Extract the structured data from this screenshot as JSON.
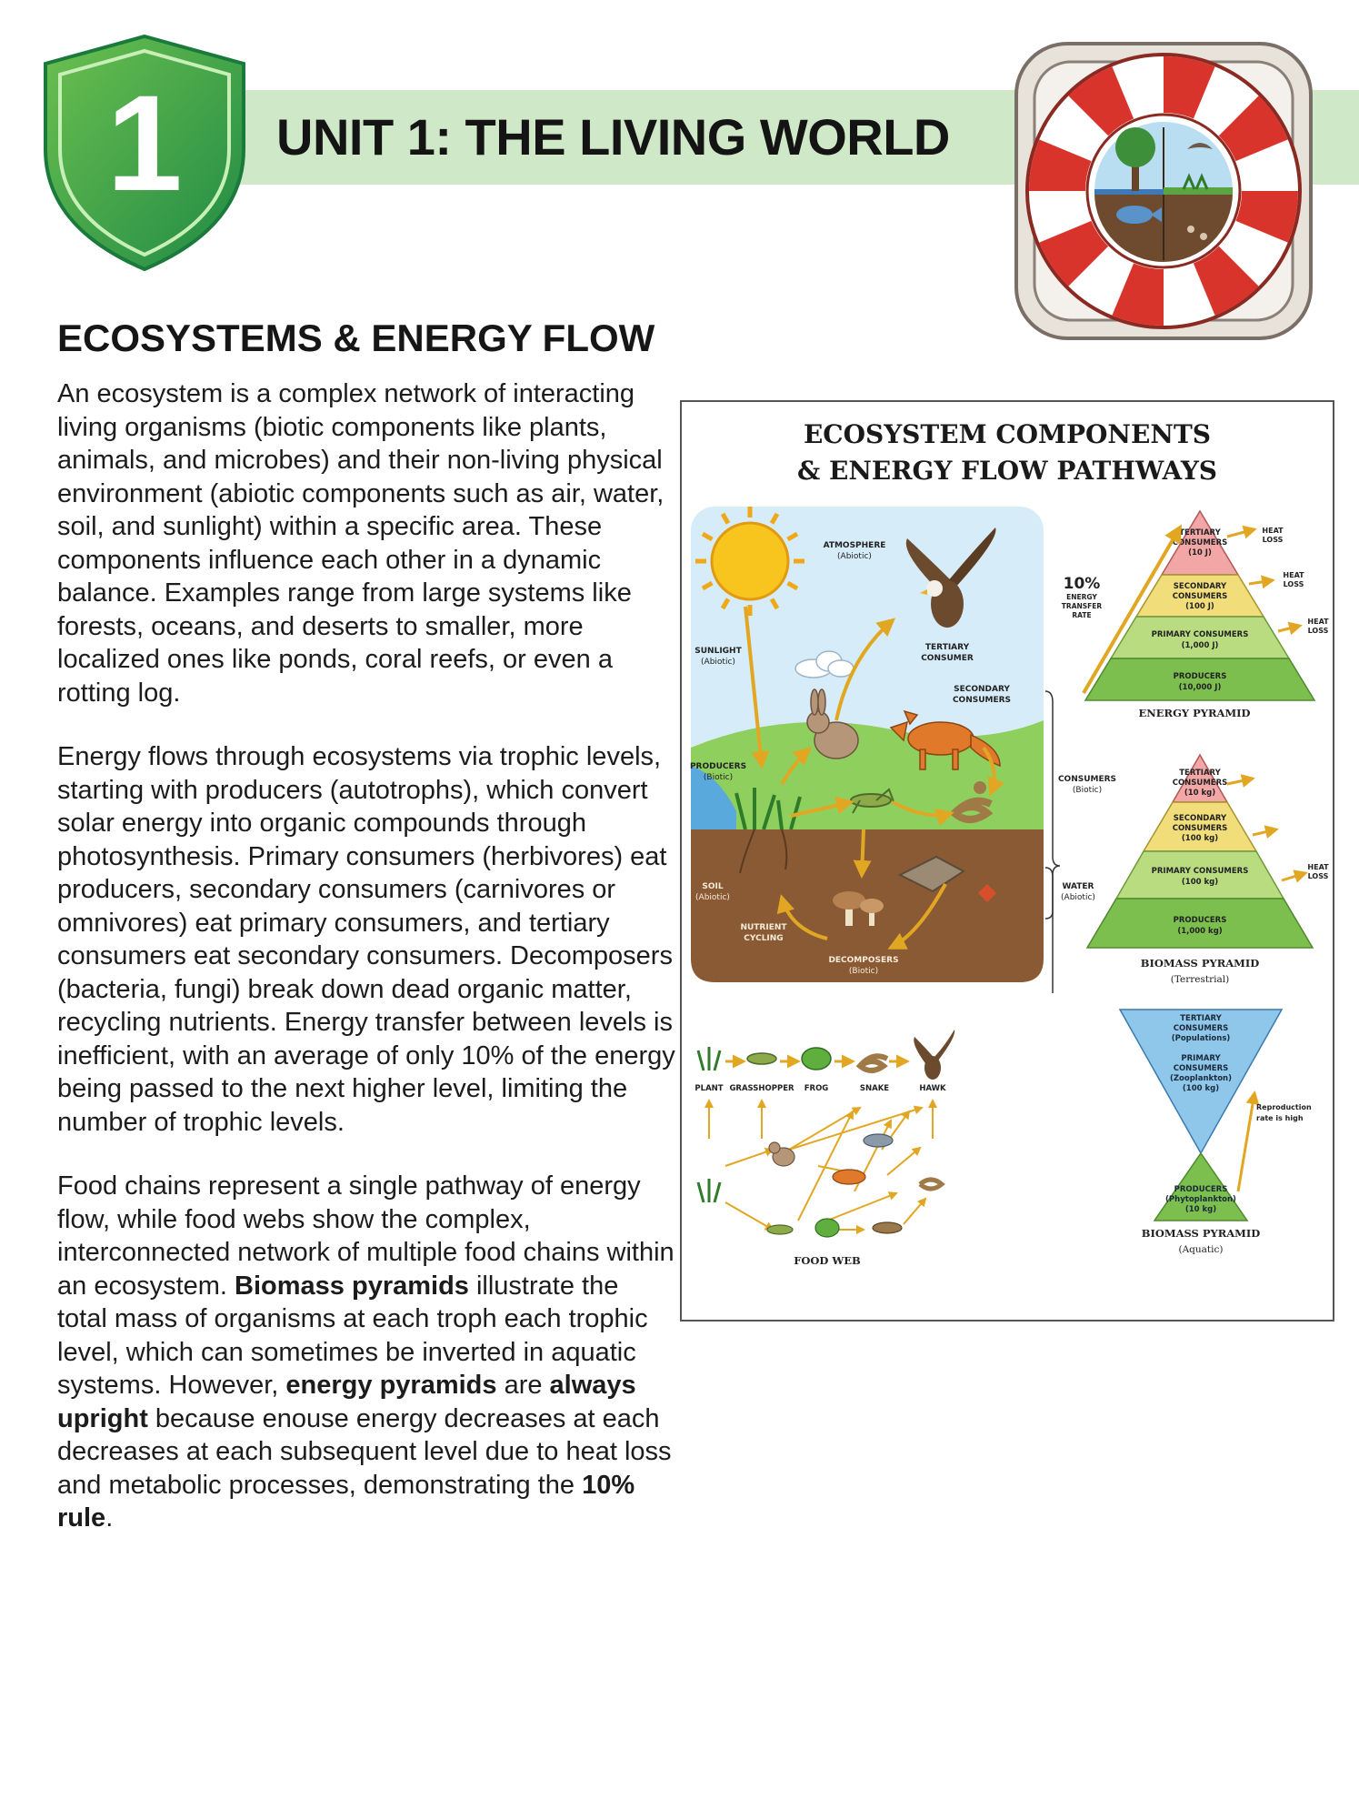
{
  "header": {
    "unit_number": "1",
    "unit_title": "UNIT 1: THE LIVING WORLD"
  },
  "section": {
    "heading": "ECOSYSTEMS & ENERGY FLOW",
    "p1": "An ecosystem is a complex network of interacting living organisms (biotic components like plants, animals, and microbes) and their non-living physical environment (abiotic components such as air, water, soil, and sunlight) within a specific area. These components influence each other in a dynamic balance. Examples range from large systems like forests, oceans, and deserts to smaller, more localized ones like ponds, coral reefs, or even a rotting log.",
    "p2": "Energy flows through ecosystems via trophic levels, starting with producers (autotrophs), which convert solar energy into organic compounds through photosynthesis. Primary consumers (herbivores) eat producers, secondary consumers (carnivores or omnivores) eat primary consumers, and tertiary consumers eat secondary consumers. Decomposers (bacteria, fungi) break down dead organic matter, recycling nutrients. Energy transfer between levels is inefficient, with an average of only 10% of the energy being passed to the next higher level, limiting the number of trophic levels.",
    "p3_a": "Food chains represent a single pathway of energy flow, while food webs show the complex, interconnected network of multiple food chains within an ecosystem. ",
    "p3_b1": "Biomass pyramids",
    "p3_c": " illustrate the total mass of organisms at each troph each trophic level, which can sometimes be inverted in aquatic systems. However, ",
    "p3_b2": "energy pyramids",
    "p3_d": " are ",
    "p3_b3": "always upright",
    "p3_e": " because enouse energy decreases at each decreases at each subsequent level due to heat loss and metabolic processes, demonstrating the ",
    "p3_b4": "10% rule",
    "p3_f": "."
  },
  "figure": {
    "title_line1": "ECOSYSTEM COMPONENTS",
    "title_line2": "& ENERGY FLOW PATHWAYS",
    "scene": {
      "atmosphere": "ATMOSPHERE",
      "atmosphere_sub": "(Abiotic)",
      "sunlight": "SUNLIGHT",
      "sunlight_sub": "(Abiotic)",
      "tertiary": "TERTIARY",
      "tertiary2": "CONSUMER",
      "secondary": "SECONDARY",
      "secondary2": "CONSUMERS",
      "producers": "PRODUCERS",
      "producers_sub": "(Biotic)",
      "soil": "SOIL",
      "soil_sub": "(Abiotic)",
      "nutrient": "NUTRIENT",
      "nutrient2": "CYCLING",
      "decomposers": "DECOMPOSERS",
      "decomposers_sub": "(Biotic)",
      "consumers_bracket": "CONSUMERS",
      "consumers_bracket_sub": "(Biotic)",
      "water_bracket": "WATER",
      "water_bracket_sub": "(Abiotic)"
    },
    "energy_pyramid": {
      "caption": "ENERGY PYRAMID",
      "ten_percent": "10%",
      "transfer_1": "ENERGY",
      "transfer_2": "TRANSFER",
      "transfer_3": "RATE",
      "levels": [
        {
          "l1": "TERTIARY",
          "l2": "CONSUMERS",
          "l3": "(10 J)"
        },
        {
          "l1": "SECONDARY",
          "l2": "CONSUMERS",
          "l3": "(100 J)"
        },
        {
          "l1": "PRIMARY CONSUMERS",
          "l2": "(1,000 J)"
        },
        {
          "l1": "PRODUCERS",
          "l2": "(10,000 J)"
        }
      ],
      "heat_loss_1": "HEAT",
      "heat_loss_2": "LOSS"
    },
    "biomass_terrestrial": {
      "caption": "BIOMASS PYRAMID",
      "caption_sub": "(Terrestrial)",
      "levels": [
        {
          "l1": "TERTIARY",
          "l2": "CONSUMERS",
          "l3": "(10 kg)"
        },
        {
          "l1": "SECONDARY",
          "l2": "CONSUMERS",
          "l3": "(100 kg)"
        },
        {
          "l1": "PRIMARY CONSUMERS",
          "l2": "(100 kg)"
        },
        {
          "l1": "PRODUCERS",
          "l2": "(1,000 kg)"
        }
      ]
    },
    "biomass_aquatic": {
      "caption": "BIOMASS PYRAMID",
      "caption_sub": "(Aquatic)",
      "top_l1": "TERTIARY",
      "top_l2": "CONSUMERS",
      "top_l3": "(Populations)",
      "top_l4": "PRIMARY",
      "top_l5": "CONSUMERS",
      "top_l6": "(Zooplankton)",
      "top_l7": "(100 kg)",
      "bottom_l1": "PRODUCERS",
      "bottom_l2": "(Phytoplankton)",
      "bottom_l3": "(10 kg)",
      "note_1": "Reproduction",
      "note_2": "rate is high"
    },
    "food_web": {
      "caption": "FOOD WEB",
      "chain_labels": [
        "PLANT",
        "GRASSHOPPER",
        "FROG",
        "SNAKE",
        "HAWK"
      ]
    }
  },
  "colors": {
    "green_shield": "#3aa84a",
    "header_band": "#cfe8c7",
    "arrow_gold": "#e9b22c",
    "soil_brown": "#8a5a35",
    "sky_blue": "#d6ecf8",
    "grass_green": "#7cc04f",
    "pyramid_green": "#7cbf4e",
    "pyramid_yellow": "#f1dd7a",
    "pyramid_pink": "#f2a6a6",
    "aquatic_blue": "#8fc7ea",
    "ring_red": "#d9342b"
  }
}
